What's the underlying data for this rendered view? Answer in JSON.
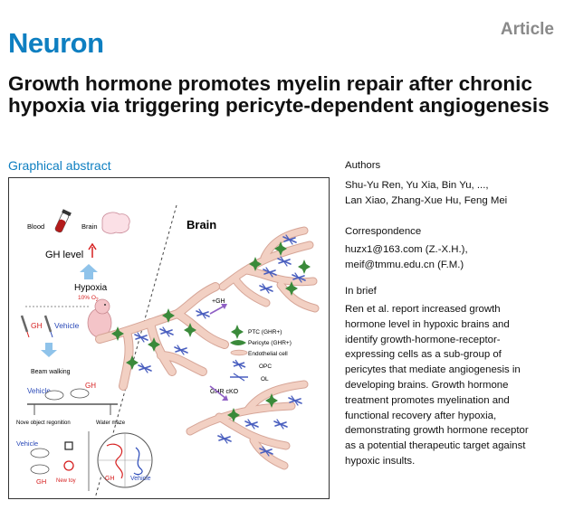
{
  "header": {
    "journal": "Neuron",
    "article_type": "Article",
    "title": "Growth hormone promotes myelin repair after chronic hypoxia via triggering pericyte-dependent angiogenesis"
  },
  "graphical_abstract": {
    "heading": "Graphical abstract",
    "blood": "Blood",
    "brain_small": "Brain",
    "gh_level": "GH level",
    "hypoxia": "Hypoxia",
    "hypoxia_pct": "10% O",
    "hypoxia_sub": "2",
    "gh": "GH",
    "vehicle": "Vehicle",
    "beam_walking": "Beam walking",
    "novel_object": "Nove object regonition",
    "water_maze": "Water maze",
    "new_toy": "New toy",
    "brain_big": "Brain",
    "plus_gh": "+GH",
    "ghr_cko": "GHR cKO",
    "legend": {
      "ptc": "PTC (GHR+)",
      "pericyte": "Pericyte (GHR+)",
      "endothelial": "Endothelial cell",
      "opc": "OPC",
      "ol": "OL"
    },
    "colors": {
      "vessel": "#f2d0c3",
      "vessel_edge": "#d6a597",
      "pericyte": "#3a8a3a",
      "opc": "#4a5fbf",
      "arrow": "#8fc3ea",
      "red": "#d62020",
      "blue": "#2a49b8"
    }
  },
  "authors": {
    "heading": "Authors",
    "line1": "Shu-Yu Ren, Yu Xia, Bin Yu, ...,",
    "line2": "Lan Xiao, Zhang-Xue Hu, Feng Mei"
  },
  "correspondence": {
    "heading": "Correspondence",
    "line1": "huzx1@163.com (Z.-X.H.),",
    "line2": "meif@tmmu.edu.cn (F.M.)"
  },
  "in_brief": {
    "heading": "In brief",
    "lines": [
      "Ren et al. report increased growth",
      "hormone level in hypoxic brains and",
      "identify growth-hormone-receptor-",
      "expressing cells as a sub-group of",
      "pericytes that mediate angiogenesis in",
      "developing brains. Growth hormone",
      "treatment promotes myelination and",
      "functional recovery after hypoxia,",
      "demonstrating growth hormone receptor",
      "as a potential therapeutic target against",
      "hypoxic insults."
    ]
  }
}
